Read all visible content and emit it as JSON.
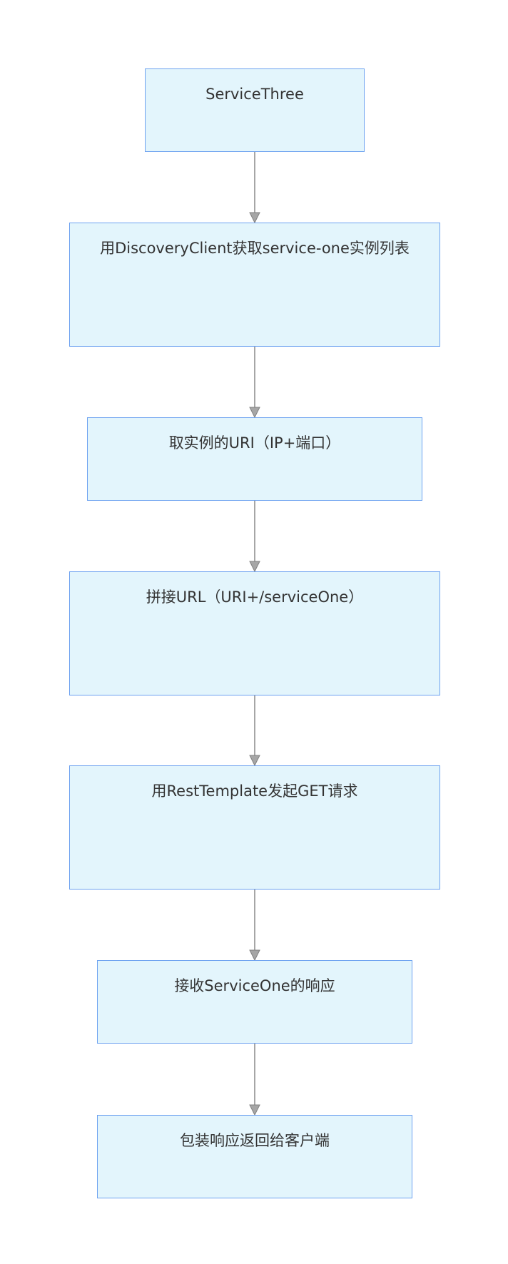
{
  "diagram": {
    "type": "flowchart",
    "direction": "top-to-bottom",
    "colors": {
      "node_fill": "#e3f5fc",
      "node_border": "#6da2f0",
      "edge": "#888888",
      "arrowhead": "#a6a6a6",
      "text": "#333333"
    },
    "nodes": [
      {
        "id": "n1",
        "label": "ServiceThree"
      },
      {
        "id": "n2",
        "label": "用DiscoveryClient获取service-one实例列表"
      },
      {
        "id": "n3",
        "label": "取实例的URI（IP+端口）"
      },
      {
        "id": "n4",
        "label": "拼接URL（URI+/serviceOne）"
      },
      {
        "id": "n5",
        "label": "用RestTemplate发起GET请求"
      },
      {
        "id": "n6",
        "label": "接收ServiceOne的响应"
      },
      {
        "id": "n7",
        "label": "包装响应返回给客户端"
      }
    ],
    "edges": [
      {
        "from": "n1",
        "to": "n2"
      },
      {
        "from": "n2",
        "to": "n3"
      },
      {
        "from": "n3",
        "to": "n4"
      },
      {
        "from": "n4",
        "to": "n5"
      },
      {
        "from": "n5",
        "to": "n6"
      },
      {
        "from": "n6",
        "to": "n7"
      }
    ]
  }
}
